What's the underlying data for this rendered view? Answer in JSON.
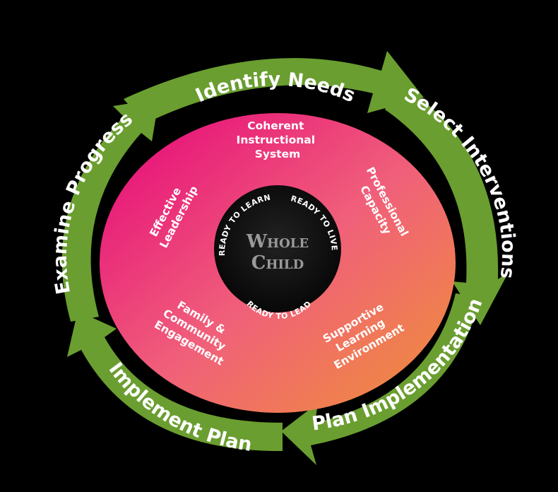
{
  "cycle": {
    "identify_needs": "Identify Needs",
    "select_interventions": "Select Interventions",
    "plan_implementation": "Plan Implementation",
    "implement_plan": "Implement Plan",
    "examine_progress": "Examine Progress"
  },
  "pillars": {
    "coherent": [
      "Coherent",
      "Instructional",
      "System"
    ],
    "professional": [
      "Professional",
      "Capacity"
    ],
    "supportive": [
      "Supportive",
      "Learning",
      "Environment"
    ],
    "family": [
      "Family &",
      "Community",
      "Engagement"
    ],
    "leadership": [
      "Effective",
      "Leadership"
    ]
  },
  "center": {
    "title_line1": "Whole",
    "title_line2": "Child",
    "ready_to_learn": "READY TO LEARN",
    "ready_to_live": "READY TO LIVE",
    "ready_to_lead": "READY TO LEAD"
  },
  "colors": {
    "background": "#000000",
    "arrow_green": "#6a9e30",
    "arrow_green_dark": "#4f7d22",
    "gradient_start": "#e8197a",
    "gradient_end": "#ef8a40",
    "center_disk": "#111111"
  }
}
